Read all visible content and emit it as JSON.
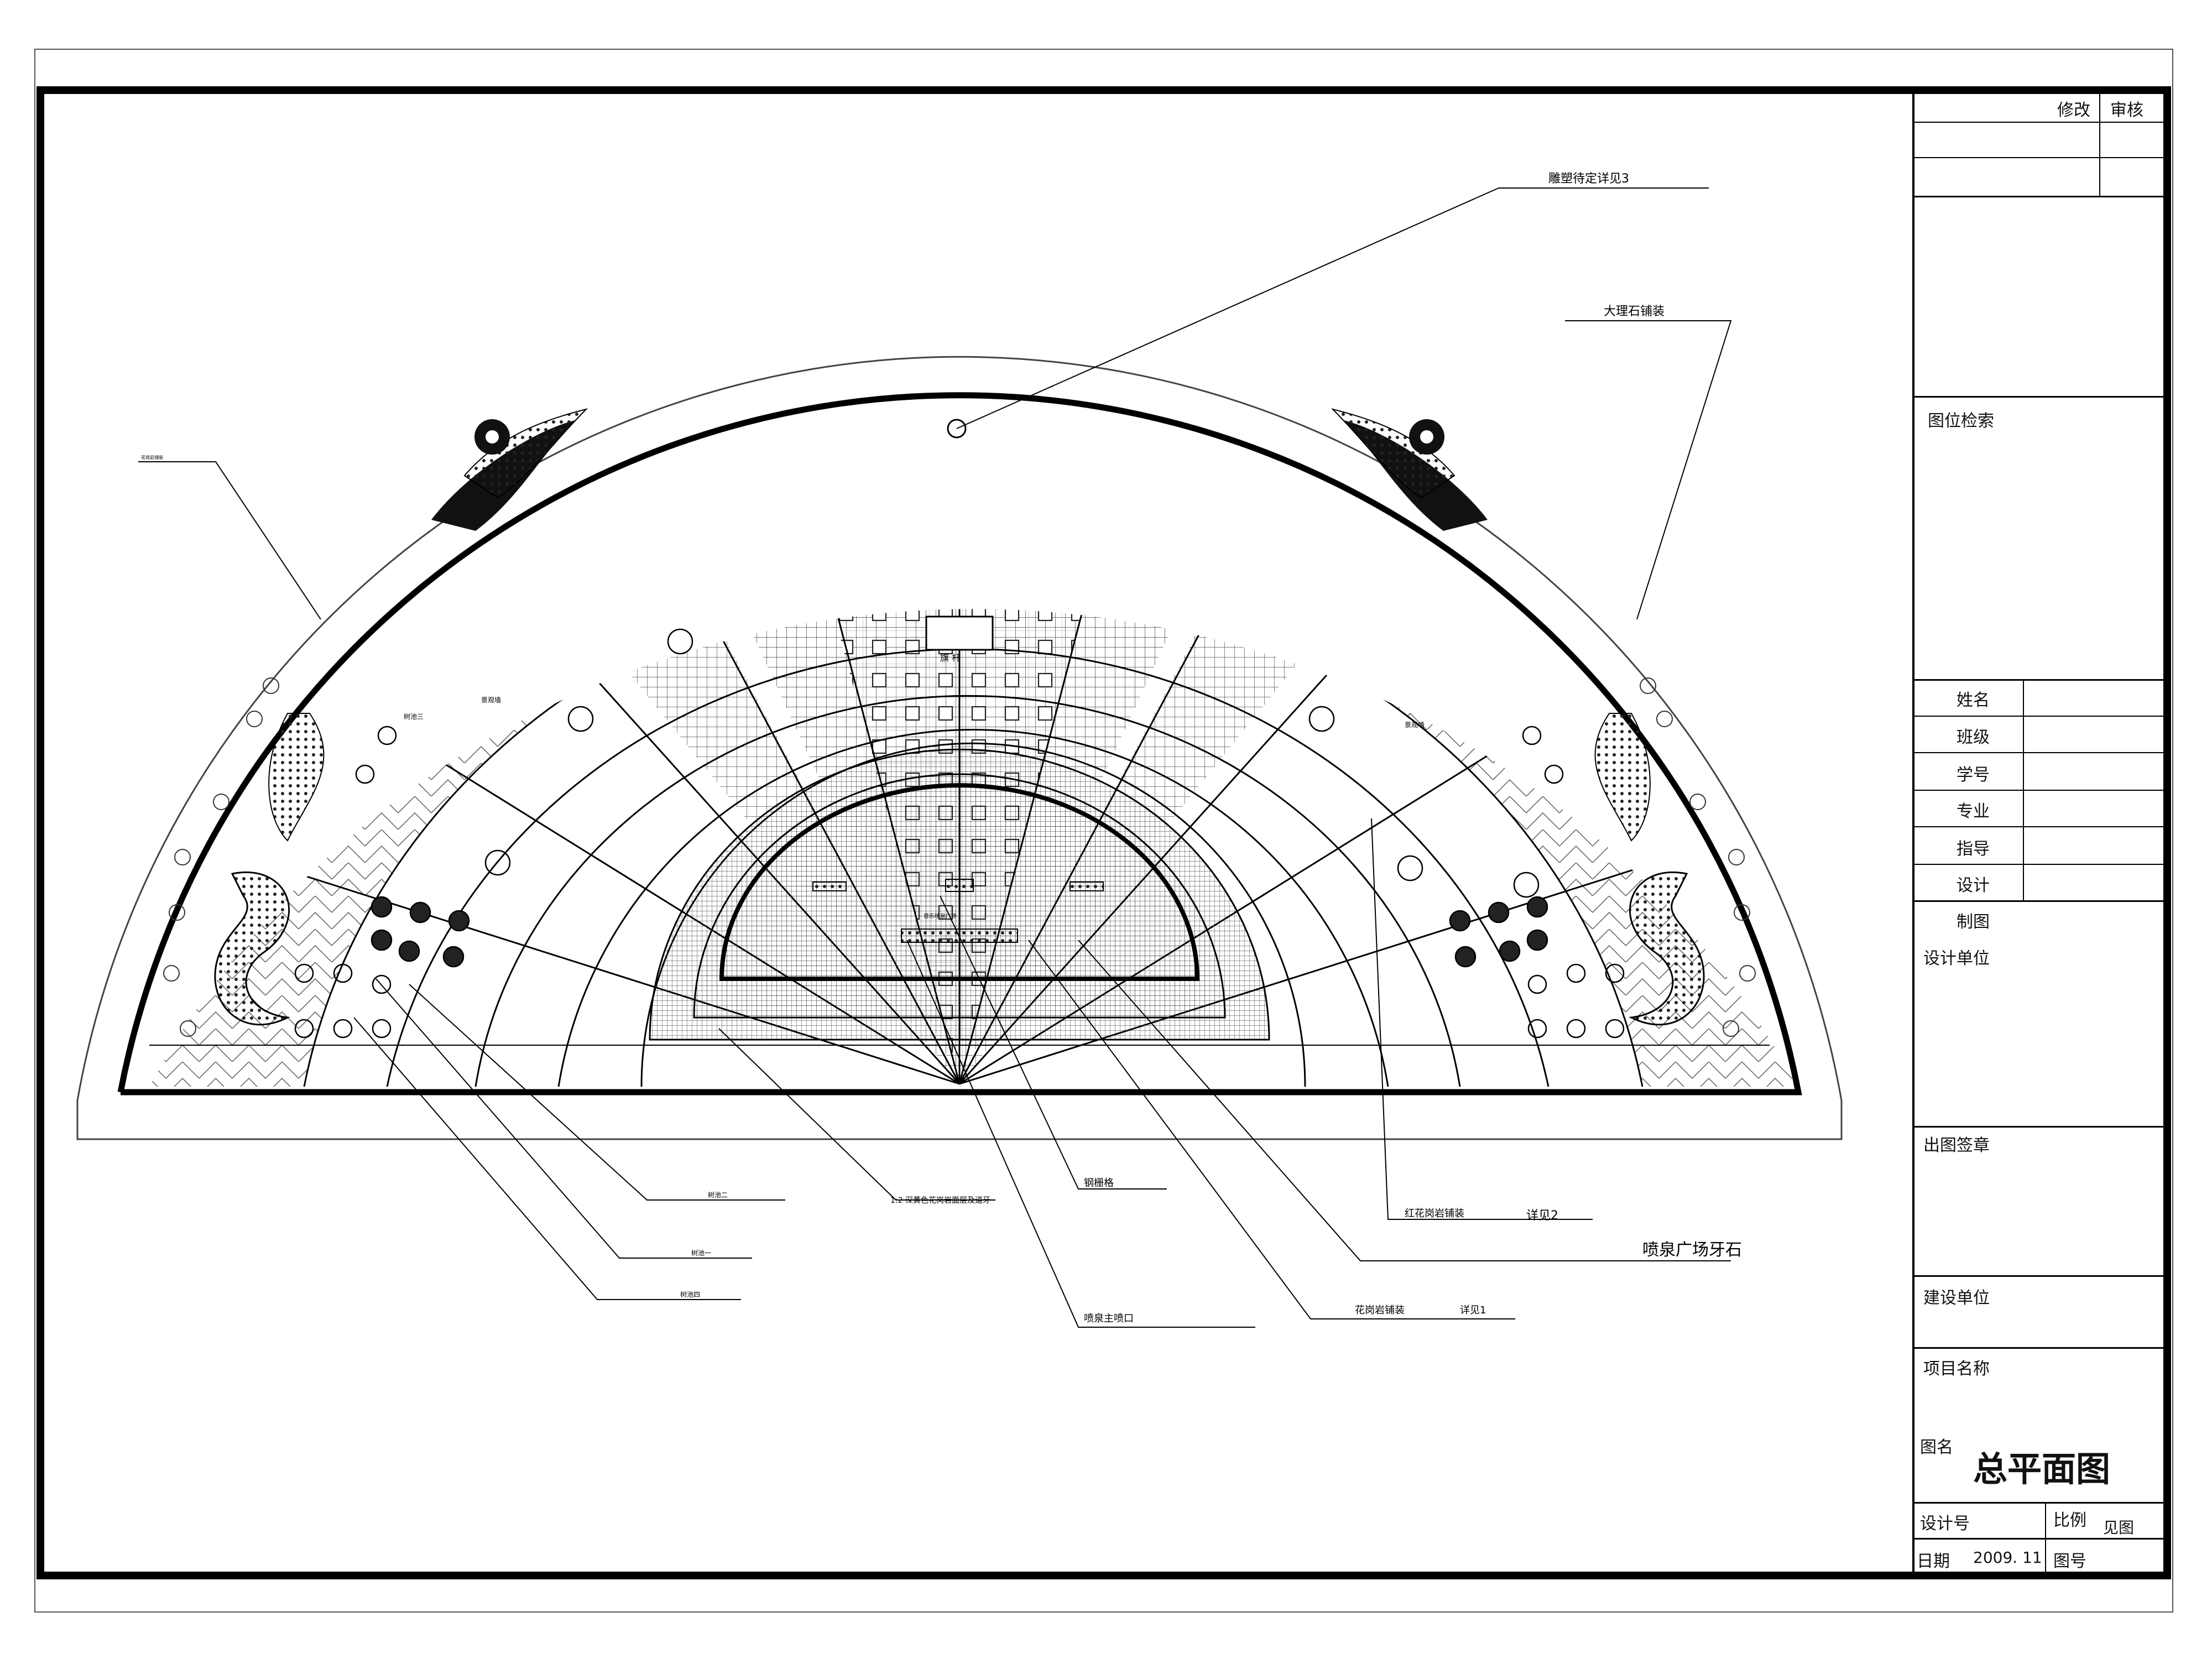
{
  "drawing": {
    "labels": {
      "sculpture": "雕塑待定详见3",
      "marble": "大理石铺装",
      "small_note": "花岗岩铺装",
      "flag": "旗 杆",
      "landscape_wall_left": "景观墙",
      "landscape_wall_right": "景观墙",
      "tree_pool_3": "树池三",
      "fountain_plaza_inner": "音乐喷泉广场",
      "tree_pool_2": "树池二",
      "tree_pool_1": "树池一",
      "tree_pool_4": "树池四",
      "fountain_edge_note": "1:2 深黄色花岗岩面层及道牙",
      "steel_grate": "钢栅格",
      "red_granite": "红花岗岩铺装",
      "detail_2": "详见2",
      "fountain_curb": "喷泉广场牙石",
      "fountain_nozzle": "喷泉主喷口",
      "granite_paving": "花岗岩铺装",
      "detail_1": "详见1"
    }
  },
  "title_block": {
    "revise": "修改",
    "review": "审核",
    "index": "图位检索",
    "name": "姓名",
    "class": "班级",
    "student_no": "学号",
    "major": "专业",
    "advisor": "指导",
    "design": "设计",
    "drafting": "制图",
    "design_unit": "设计单位",
    "issue_sign": "出图签章",
    "client": "建设单位",
    "project_name": "项目名称",
    "drawing_name_label": "图名",
    "drawing_name": "总平面图",
    "design_no": "设计号",
    "scale_label": "比例",
    "scale_value": "见图",
    "date_label": "日期",
    "date_value": "2009. 11",
    "drawing_no": "图号"
  }
}
